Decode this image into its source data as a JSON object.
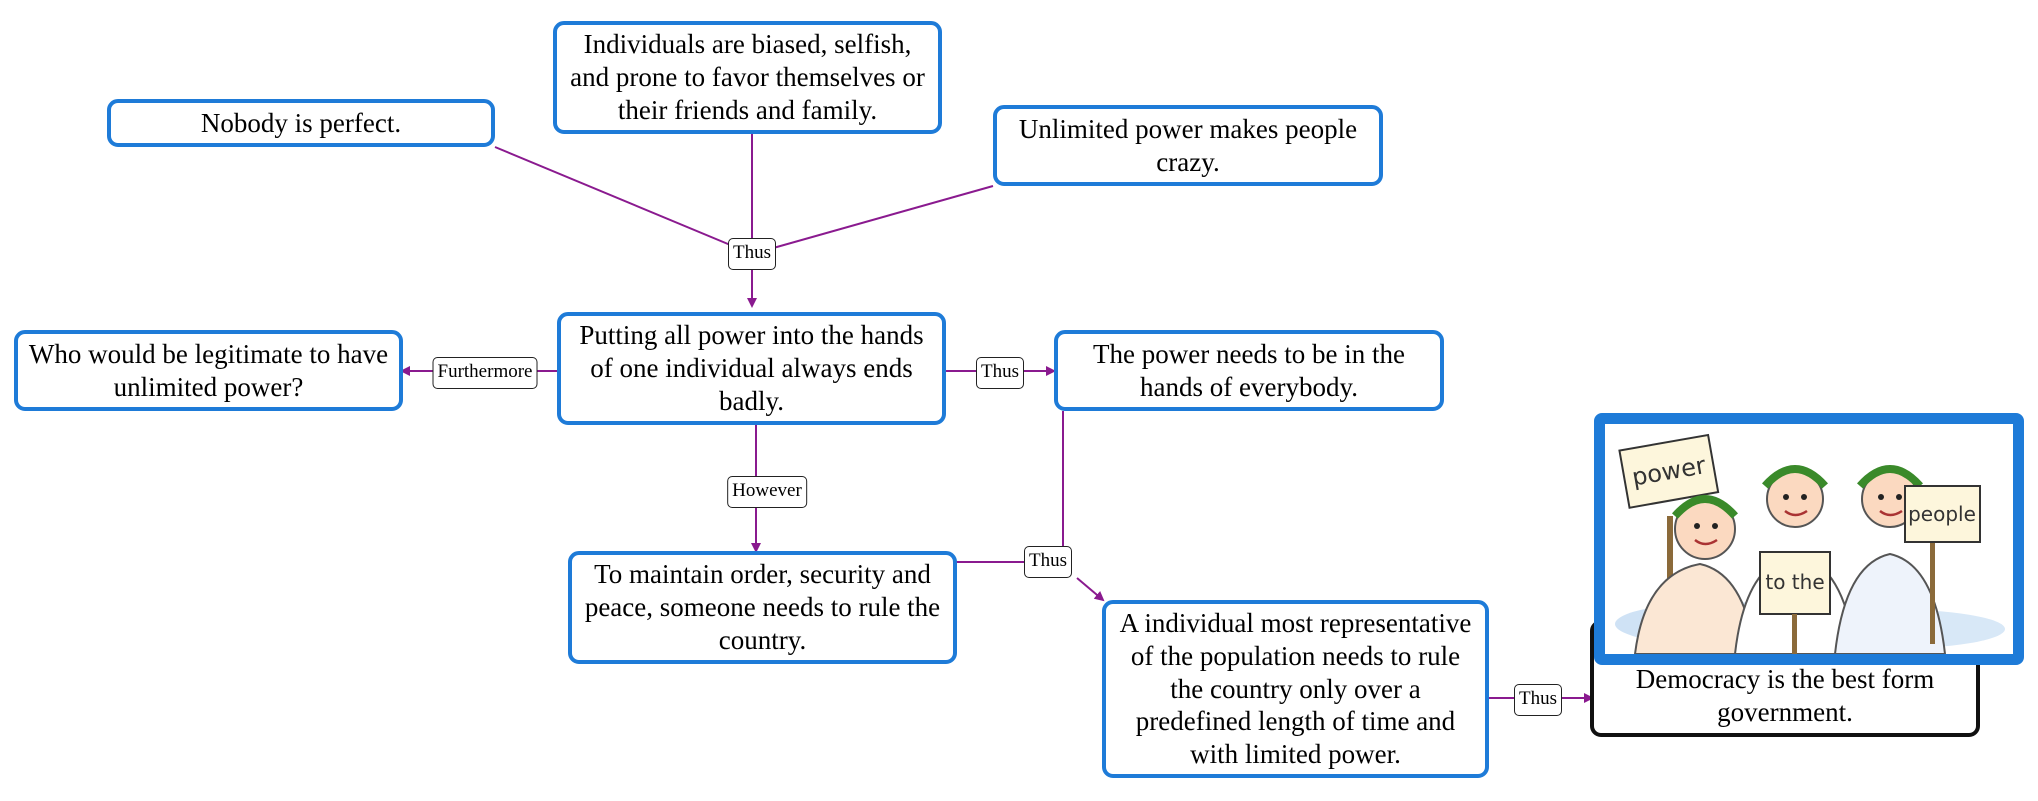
{
  "colors": {
    "node_border": "#1e7bd8",
    "link": "#8a1a8f",
    "conclusion_border": "#111111"
  },
  "nodes": {
    "nobody": "Nobody is perfect.",
    "individuals": "Individuals are biased, selfish, and prone to favor themselves or their friends and family.",
    "unlimited": "Unlimited power makes people crazy.",
    "putting": "Putting all power into the hands of one individual always ends badly.",
    "who": "Who would be legitimate to have unlimited power?",
    "power_needs": "The power needs to be in the hands of everybody.",
    "maintain": "To maintain order, security and peace, someone needs to rule the country.",
    "representative": "A individual most representative of the population needs to rule the country only over a predefined length of time and with limited power.",
    "democracy": "Democracy is the best form government."
  },
  "links": {
    "thus_top": "Thus",
    "furthermore": "Furthermore",
    "thus_right": "Thus",
    "however": "However",
    "thus_middle": "Thus",
    "thus_bottom": "Thus"
  },
  "image": {
    "description_icon": "people-with-signs-icon",
    "sign_1": "power",
    "sign_2": "to the",
    "sign_3": "people"
  }
}
